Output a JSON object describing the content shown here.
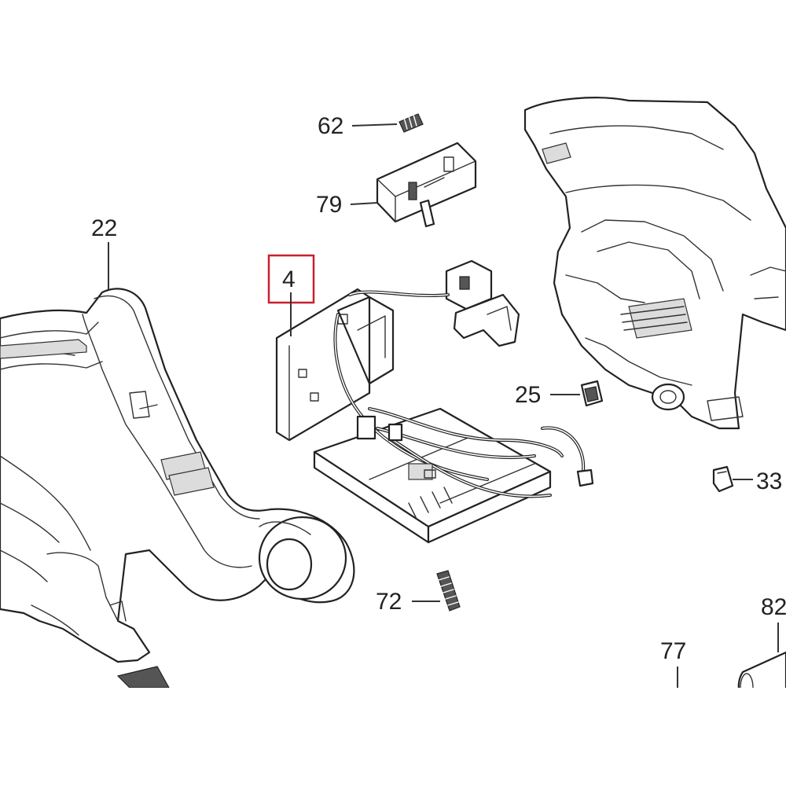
{
  "diagram": {
    "callouts": [
      {
        "id": "62",
        "label": "62"
      },
      {
        "id": "79",
        "label": "79"
      },
      {
        "id": "22",
        "label": "22"
      },
      {
        "id": "4",
        "label": "4",
        "highlighted": true
      },
      {
        "id": "25",
        "label": "25"
      },
      {
        "id": "33",
        "label": "33"
      },
      {
        "id": "72",
        "label": "72"
      },
      {
        "id": "82",
        "label": "82"
      },
      {
        "id": "77",
        "label": "77"
      }
    ],
    "highlight_color": "#c8202f",
    "line_color": "#222222"
  }
}
